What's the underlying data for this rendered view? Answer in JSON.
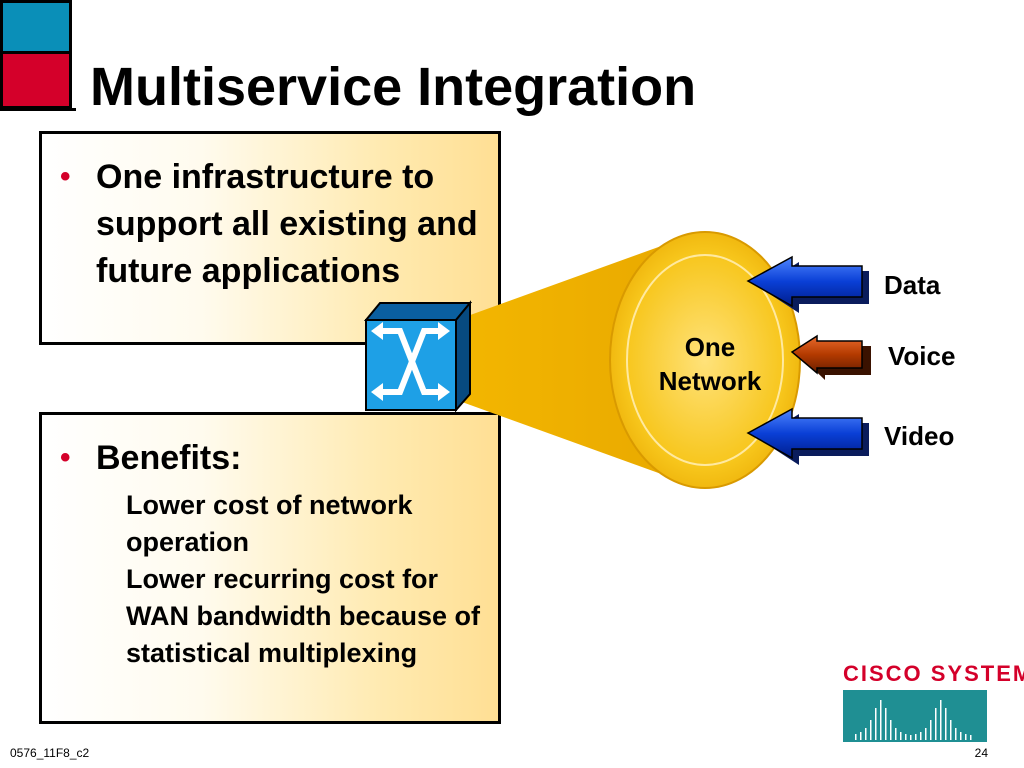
{
  "slide": {
    "title": "Multiservice Integration",
    "colors": {
      "corner_blue": "#0a8fb8",
      "corner_red": "#d4002a",
      "bullet": "#d4002a",
      "cone": "#f0b400",
      "arrow_blue": "#0047ff",
      "arrow_voice": "#b33a00",
      "switch_blue": "#1ea0e6"
    }
  },
  "panel_top": {
    "bullet_text": "One infrastructure to support all existing and future applications"
  },
  "panel_bottom": {
    "bullet_text": "Benefits:",
    "sub_items": [
      "Lower cost of network operation",
      "Lower recurring cost for WAN bandwidth because of statistical multiplexing"
    ]
  },
  "diagram": {
    "network_label_line1": "One",
    "network_label_line2": "Network",
    "switch_icon": "switch-icon",
    "inputs": [
      "Data",
      "Voice",
      "Video"
    ]
  },
  "logo": {
    "text": "Cisco Systems",
    "lettering_display": "CISCO SYSTEMS"
  },
  "footer": {
    "code": "0576_11F8_c2",
    "page": "24"
  }
}
